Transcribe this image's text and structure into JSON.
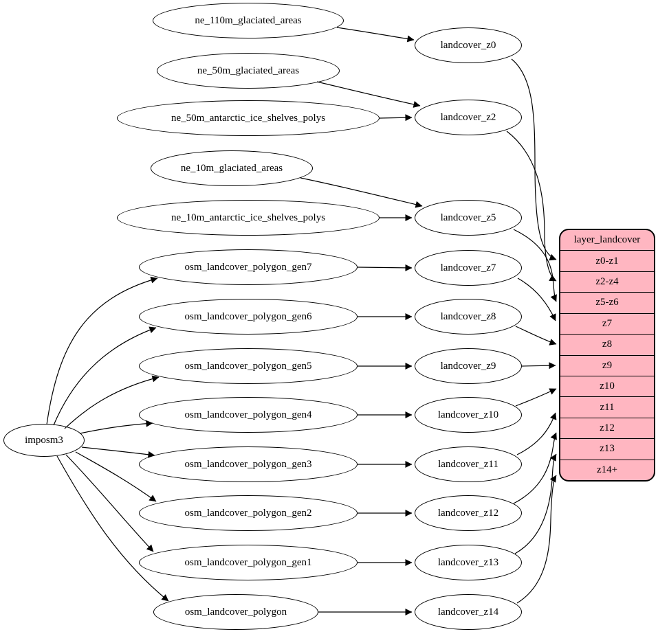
{
  "colors": {
    "background": "#ffffff",
    "node_fill": "#ffffff",
    "node_stroke": "#000000",
    "edge": "#000000",
    "table_fill": "#ffb6c1",
    "table_stroke": "#000000"
  },
  "nodes": {
    "importer": "imposm3",
    "sources": [
      "ne_110m_glaciated_areas",
      "ne_50m_glaciated_areas",
      "ne_50m_antarctic_ice_shelves_polys",
      "ne_10m_glaciated_areas",
      "ne_10m_antarctic_ice_shelves_polys",
      "osm_landcover_polygon_gen7",
      "osm_landcover_polygon_gen6",
      "osm_landcover_polygon_gen5",
      "osm_landcover_polygon_gen4",
      "osm_landcover_polygon_gen3",
      "osm_landcover_polygon_gen2",
      "osm_landcover_polygon_gen1",
      "osm_landcover_polygon"
    ],
    "generalized": [
      "landcover_z0",
      "landcover_z2",
      "landcover_z5",
      "landcover_z7",
      "landcover_z8",
      "landcover_z9",
      "landcover_z10",
      "landcover_z11",
      "landcover_z12",
      "landcover_z13",
      "landcover_z14"
    ]
  },
  "table": {
    "title": "layer_landcover",
    "rows": [
      "z0-z1",
      "z2-z4",
      "z5-z6",
      "z7",
      "z8",
      "z9",
      "z10",
      "z11",
      "z12",
      "z13",
      "z14+"
    ]
  },
  "edges": [
    {
      "from": "imposm3",
      "to": "osm_landcover_polygon_gen7"
    },
    {
      "from": "imposm3",
      "to": "osm_landcover_polygon_gen6"
    },
    {
      "from": "imposm3",
      "to": "osm_landcover_polygon_gen5"
    },
    {
      "from": "imposm3",
      "to": "osm_landcover_polygon_gen4"
    },
    {
      "from": "imposm3",
      "to": "osm_landcover_polygon_gen3"
    },
    {
      "from": "imposm3",
      "to": "osm_landcover_polygon_gen2"
    },
    {
      "from": "imposm3",
      "to": "osm_landcover_polygon_gen1"
    },
    {
      "from": "imposm3",
      "to": "osm_landcover_polygon"
    },
    {
      "from": "ne_110m_glaciated_areas",
      "to": "landcover_z0"
    },
    {
      "from": "ne_50m_glaciated_areas",
      "to": "landcover_z2"
    },
    {
      "from": "ne_50m_antarctic_ice_shelves_polys",
      "to": "landcover_z2"
    },
    {
      "from": "ne_10m_glaciated_areas",
      "to": "landcover_z5"
    },
    {
      "from": "ne_10m_antarctic_ice_shelves_polys",
      "to": "landcover_z5"
    },
    {
      "from": "osm_landcover_polygon_gen7",
      "to": "landcover_z7"
    },
    {
      "from": "osm_landcover_polygon_gen6",
      "to": "landcover_z8"
    },
    {
      "from": "osm_landcover_polygon_gen5",
      "to": "landcover_z9"
    },
    {
      "from": "osm_landcover_polygon_gen4",
      "to": "landcover_z10"
    },
    {
      "from": "osm_landcover_polygon_gen3",
      "to": "landcover_z11"
    },
    {
      "from": "osm_landcover_polygon_gen2",
      "to": "landcover_z12"
    },
    {
      "from": "osm_landcover_polygon_gen1",
      "to": "landcover_z13"
    },
    {
      "from": "osm_landcover_polygon",
      "to": "landcover_z14"
    },
    {
      "from": "landcover_z0",
      "to": "z0-z1"
    },
    {
      "from": "landcover_z2",
      "to": "z2-z4"
    },
    {
      "from": "landcover_z5",
      "to": "z5-z6"
    },
    {
      "from": "landcover_z7",
      "to": "z7"
    },
    {
      "from": "landcover_z8",
      "to": "z8"
    },
    {
      "from": "landcover_z9",
      "to": "z9"
    },
    {
      "from": "landcover_z10",
      "to": "z10"
    },
    {
      "from": "landcover_z11",
      "to": "z11"
    },
    {
      "from": "landcover_z12",
      "to": "z12"
    },
    {
      "from": "landcover_z13",
      "to": "z13"
    },
    {
      "from": "landcover_z14",
      "to": "z14+"
    }
  ]
}
